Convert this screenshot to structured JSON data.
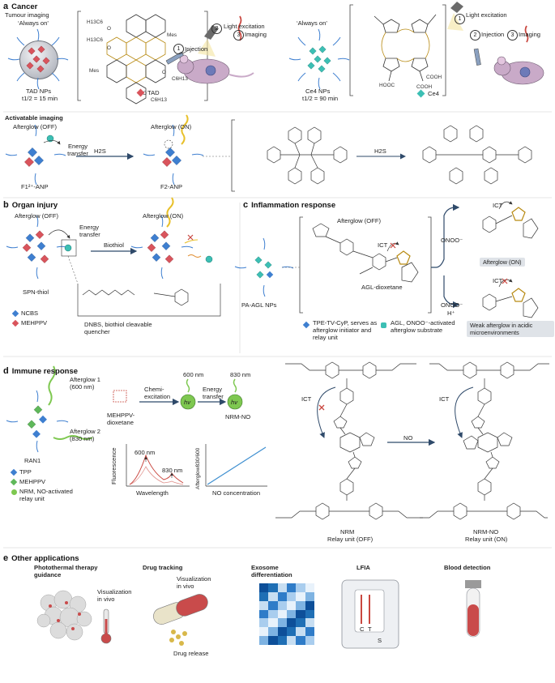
{
  "colors": {
    "diamond_red": "#d9545c",
    "diamond_teal": "#3cbfb4",
    "diamond_blue": "#3e7fd0",
    "diamond_green": "#5fb85a",
    "wave_green": "#7ec850",
    "wave_yellow": "#e8c02a",
    "glow_red": "#c9473f",
    "np_grey": "#b9bcc4",
    "heatmap_blue": "#1f6fb5"
  },
  "panel_a": {
    "label": "a",
    "title": "Cancer",
    "tumour_imaging": "Tumour imaging",
    "always_on": "‘Always on’",
    "tad_nps": "TAD NPs",
    "tad_half_life": "t1/2 = 15 min",
    "tad_legend": "TAD",
    "tad_substituents": [
      "H13C6",
      "O",
      "H13C6",
      "O",
      "Mes",
      "Mes",
      "O",
      "C6H13",
      "O",
      "C6H13"
    ],
    "steps_left": [
      "Light excitation",
      "Injection",
      "Imaging"
    ],
    "step_numbers_left": [
      "2",
      "1",
      "3"
    ],
    "always_on_2": "‘Always on’",
    "ce4_nps": "Ce4 NPs",
    "ce4_half_life": "t1/2 = 90 min",
    "ce4_legend": "Ce4",
    "ce4_groups": [
      "HOOC",
      "COOH",
      "COOH"
    ],
    "steps_right": [
      "Light excitation",
      "Injection",
      "Imaging"
    ],
    "step_numbers_right": [
      "1",
      "2",
      "3"
    ],
    "activatable_imaging": "Activatable imaging",
    "afterglow_off": "Afterglow (OFF)",
    "afterglow_on": "Afterglow (ON)",
    "energy_transfer": "Energy transfer",
    "h2s": "H2S",
    "h2s_2": "H2S",
    "f1_anp": "F1²⁺-ANP",
    "f2_anp": "F2-ANP"
  },
  "panel_b": {
    "label": "b",
    "title": "Organ injury",
    "afterglow_off": "Afterglow (OFF)",
    "afterglow_on": "Afterglow (ON)",
    "energy_transfer": "Energy transfer",
    "biothiol": "Biothiol",
    "spn_thiol": "SPN-thiol",
    "ncbs": "NCBS",
    "mehppv": "MEHPPV",
    "dnbs": "DNBS, biothiol cleavable quencher"
  },
  "panel_c": {
    "label": "c",
    "title": "Inflammation response",
    "afterglow_off": "Afterglow (OFF)",
    "ict": "ICT",
    "pa_agl": "PA-AGL NPs",
    "agl_dioxetane": "AGL-dioxetane",
    "tpe_legend": "TPE-TV-CyP, serves as afterglow initiator and relay unit",
    "agl_legend": "AGL, ONOO⁻-activated afterglow substrate",
    "onoo1": "ONOO⁻",
    "onoo2": "ONOO⁻",
    "h_plus": "H⁺",
    "ict2": "ICT",
    "ict3": "ICT",
    "afterglow_on_box": "Afterglow (ON)",
    "weak_box": "Weak afterglow in acidic microenvironments"
  },
  "panel_d": {
    "label": "d",
    "title": "Immune response",
    "afterglow1": "Afterglow 1 (600 nm)",
    "afterglow2": "Afterglow 2 (830 nm)",
    "ran1": "RAN1",
    "tpp": "TPP",
    "mehppv": "MEHPPV",
    "nrm_legend": "NRM, NO-activated relay unit",
    "mehppv_dioxetane": "MEHPPV-dioxetane",
    "chemi": "Chemi-excitation",
    "energy_transfer": "Energy transfer",
    "nm600": "600 nm",
    "nm830": "830 nm",
    "hv": "hv",
    "nrm_no_label": "NRM-NO",
    "spec_600": "600 nm",
    "spec_830": "830 nm",
    "fluorescence": "Fluorescence",
    "wavelength": "Wavelength",
    "afterglow_axis": "Afterglow830/600",
    "no_conc": "NO concentration",
    "ict_left": "ICT",
    "ict_right": "ICT",
    "no_arrow": "NO",
    "nrm": "NRM",
    "relay_off": "Relay unit (OFF)",
    "nrm_no": "NRM-NO",
    "relay_on": "Relay unit (ON)"
  },
  "panel_e": {
    "label": "e",
    "title": "Other applications",
    "items": [
      {
        "title": "Photothermal therapy guidance",
        "caption": "Visualization in vivo"
      },
      {
        "title": "Drug tracking",
        "caption": "Visualization in vivo",
        "caption2": "Drug release"
      },
      {
        "title": "Exosome differentiation"
      },
      {
        "title": "LFIA",
        "strip_c": "C",
        "strip_t": "T",
        "strip_s": "S"
      },
      {
        "title": "Blood detection"
      }
    ]
  }
}
